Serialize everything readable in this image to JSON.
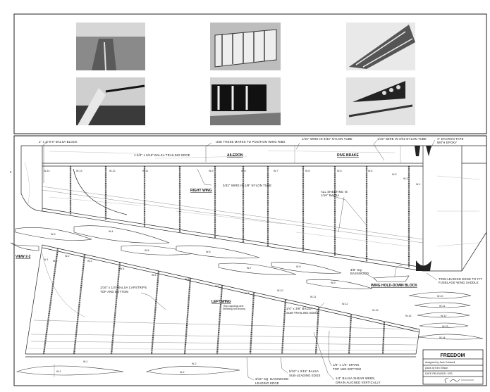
{
  "photos": [
    {
      "caption": ""
    },
    {
      "caption": ""
    },
    {
      "caption": ""
    },
    {
      "caption": ""
    },
    {
      "caption": ""
    },
    {
      "caption": ""
    }
  ],
  "notes": {
    "balsa_block": "1\" x 3\" x 6\" BALSA BLOCK",
    "use_marks": "USE THESE MARKS TO POSITION WING RIBS",
    "trailing_edge": "1-3/4\" x 5/16\" BALSA TRAILING EDGE",
    "aileron": "AILERON",
    "wire_tube_1": "1/16\" WIRE IN 3/32\" NYLON TUBE",
    "dive_brake": "DIVE BRAKE",
    "wire_tube_2": "1/16\" WIRE IN 3/32 NYLON TUBE",
    "dacron_tape_1": "1\" DACRON TAPE",
    "dacron_tape_2": "WITH EPOXY",
    "right_wing": "RIGHT WING",
    "wire_tube_3": "3/32\" WIRE IN 1/8\" NYLON TUBE",
    "sheeting_1": "ALL SHEETING IS",
    "sheeting_2": "1/16\" BALSA",
    "basswood_1": "3/8\" SQ.",
    "basswood_2": "BASSWOOD",
    "hold_down": "WING HOLD-DOWN BLOCK",
    "trim_1": "TRIM LEADING EDGE TO FIT",
    "trim_2": "FUSELAGE WING SADDLE",
    "view": "VIEW 2-2",
    "section_mark": "2",
    "capstrips_1": "1/16\" x 1/4\" BALSA CAPSTRIPS",
    "capstrips_2": "TOP AND BOTTOM",
    "left_wing": "LEFT WING",
    "left_wing_note_1": "(Top cappings and",
    "left_wing_note_2": "sheeting not shown)",
    "sub_te_1": "1/4\" x 3/8\" BALSA",
    "sub_te_2": "SUB-TRAILING EDGE",
    "le_1": "3/16\" SQ. BASSWOOD",
    "le_2": "LEADING EDGE",
    "sub_le_1": "5/16\" x 3/16\" BALSA",
    "sub_le_2": "SUB-LEADING EDGE",
    "spars_1": "1/8\" x 1/4\" SPARS",
    "spars_2": "TOP AND BOTTOM",
    "webs_1": "1/4\" BALSA SHEAR WEBS,",
    "webs_2": "GRAIN ALIGNED VERTICALLY"
  },
  "ribs": [
    "W-1",
    "W-2",
    "W-3",
    "W-4",
    "W-5",
    "W-6",
    "W-7",
    "W-8",
    "W-9",
    "W-10",
    "W-11",
    "W-12",
    "W-13",
    "W-14"
  ],
  "title_block": {
    "title": "FREEDOM",
    "designed_by": "designed by   Jack Coldwell",
    "plans_by": "plans by   Ken Ellison",
    "date": "DATE RELEASED:  2/93",
    "logo": "CraftAir"
  }
}
